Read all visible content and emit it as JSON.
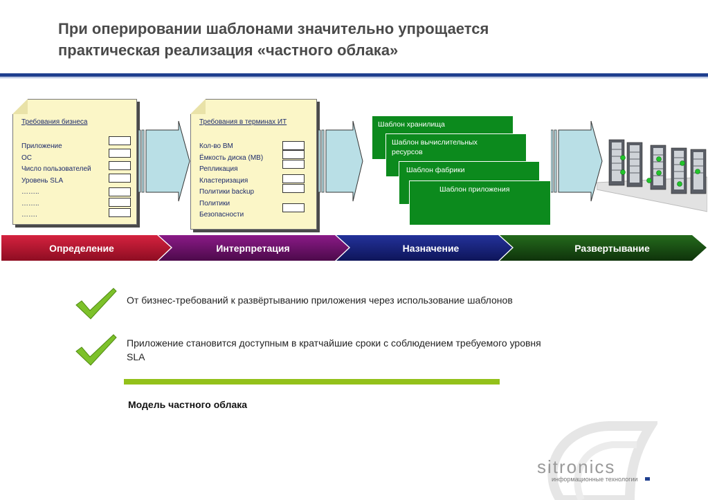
{
  "title": {
    "line1": "При оперировании шаблонами значительно упрощается",
    "line2": "практическая реализация «частного облака»"
  },
  "business_note": {
    "heading": "Требования бизнеса",
    "items": [
      "Приложение",
      "ОС",
      "Число пользователей",
      "Уровень SLA",
      "……..",
      "……..",
      "……."
    ]
  },
  "it_note": {
    "heading": "Требования в терминах ИТ",
    "items": [
      "Кол-во ВМ",
      "Ёмкость диска (MB)",
      "Репликация",
      "Кластеризация",
      "Политики backup",
      "Политики",
      "Безопасности"
    ]
  },
  "templates": [
    "Шаблон хранилища",
    "Шаблон вычислительных ресурсов",
    "Шаблон фабрики",
    "Шаблон приложения"
  ],
  "stages": [
    "Определение",
    "Интерпретация",
    "Назначение",
    "Развертывание"
  ],
  "colors": {
    "stage1": "#b3122b",
    "stage2": "#6d0f6b",
    "stage3": "#17237a",
    "stage4": "#1a4c14",
    "template_green": "#0c8a1d",
    "accent_line": "#93c11a",
    "top_rule": "#1f3f8f"
  },
  "bullets": [
    "От бизнес-требований к развёртыванию приложения через использование шаблонов",
    "Приложение становится доступным в кратчайшие сроки с соблюдением требуемого уровня SLA"
  ],
  "model_caption": "Модель частного облака",
  "logo": {
    "name": "sitronics",
    "tagline": "информационные технологии"
  },
  "icons": [
    "check-icon",
    "server-rack-icon",
    "arrow-right-icon"
  ]
}
